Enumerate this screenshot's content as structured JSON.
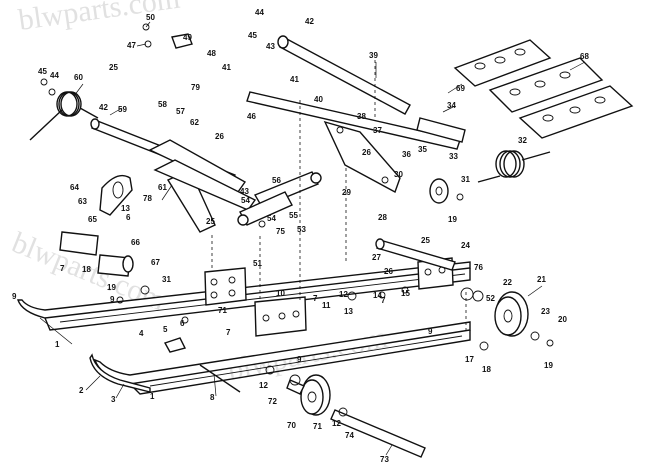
{
  "watermark": "blwparts.com",
  "callouts": [
    {
      "id": "c50",
      "text": "50"
    },
    {
      "id": "c47",
      "text": "47"
    },
    {
      "id": "c49",
      "text": "49"
    },
    {
      "id": "c48",
      "text": "48"
    },
    {
      "id": "c79",
      "text": "79"
    },
    {
      "id": "c41a",
      "text": "41"
    },
    {
      "id": "c45a",
      "text": "45"
    },
    {
      "id": "c44a",
      "text": "44"
    },
    {
      "id": "c60",
      "text": "60"
    },
    {
      "id": "c25a",
      "text": "25"
    },
    {
      "id": "c42a",
      "text": "42"
    },
    {
      "id": "c59",
      "text": "59"
    },
    {
      "id": "c58",
      "text": "58"
    },
    {
      "id": "c57",
      "text": "57"
    },
    {
      "id": "c62",
      "text": "62"
    },
    {
      "id": "c26a",
      "text": "26"
    },
    {
      "id": "c61",
      "text": "61"
    },
    {
      "id": "c64",
      "text": "64"
    },
    {
      "id": "c63",
      "text": "63"
    },
    {
      "id": "c78",
      "text": "78"
    },
    {
      "id": "c65",
      "text": "65"
    },
    {
      "id": "c13a",
      "text": "13"
    },
    {
      "id": "c6a",
      "text": "6"
    },
    {
      "id": "c66",
      "text": "66"
    },
    {
      "id": "c7a",
      "text": "7"
    },
    {
      "id": "c18",
      "text": "18"
    },
    {
      "id": "c67",
      "text": "67"
    },
    {
      "id": "c9a",
      "text": "9"
    },
    {
      "id": "c31a",
      "text": "31"
    },
    {
      "id": "c19a",
      "text": "19"
    },
    {
      "id": "c9b",
      "text": "9"
    },
    {
      "id": "c43a",
      "text": "43"
    },
    {
      "id": "c56",
      "text": "56"
    },
    {
      "id": "c25b",
      "text": "25"
    },
    {
      "id": "c54a",
      "text": "54"
    },
    {
      "id": "c54b",
      "text": "54"
    },
    {
      "id": "c55",
      "text": "55"
    },
    {
      "id": "c75",
      "text": "75"
    },
    {
      "id": "c53",
      "text": "53"
    },
    {
      "id": "c51",
      "text": "51"
    },
    {
      "id": "c10",
      "text": "10"
    },
    {
      "id": "c71",
      "text": "71"
    },
    {
      "id": "c45b",
      "text": "45"
    },
    {
      "id": "c44b",
      "text": "44"
    },
    {
      "id": "c43b",
      "text": "43"
    },
    {
      "id": "c42b",
      "text": "42"
    },
    {
      "id": "c39",
      "text": "39"
    },
    {
      "id": "c41b",
      "text": "41"
    },
    {
      "id": "c46",
      "text": "46"
    },
    {
      "id": "c40",
      "text": "40"
    },
    {
      "id": "c38",
      "text": "38"
    },
    {
      "id": "c34",
      "text": "34"
    },
    {
      "id": "c37",
      "text": "37"
    },
    {
      "id": "c26b",
      "text": "26"
    },
    {
      "id": "c36",
      "text": "36"
    },
    {
      "id": "c35",
      "text": "35"
    },
    {
      "id": "c30",
      "text": "30"
    },
    {
      "id": "c29",
      "text": "29"
    },
    {
      "id": "c28",
      "text": "28"
    },
    {
      "id": "c33",
      "text": "33"
    },
    {
      "id": "c31b",
      "text": "31"
    },
    {
      "id": "c19b",
      "text": "19"
    },
    {
      "id": "c32",
      "text": "32"
    },
    {
      "id": "c68",
      "text": "68"
    },
    {
      "id": "c69",
      "text": "69"
    },
    {
      "id": "c25c",
      "text": "25"
    },
    {
      "id": "c24",
      "text": "24"
    },
    {
      "id": "c27",
      "text": "27"
    },
    {
      "id": "c26c",
      "text": "26"
    },
    {
      "id": "c76",
      "text": "76"
    },
    {
      "id": "c22",
      "text": "22"
    },
    {
      "id": "c21",
      "text": "21"
    },
    {
      "id": "c52",
      "text": "52"
    },
    {
      "id": "c23",
      "text": "23"
    },
    {
      "id": "c20",
      "text": "20"
    },
    {
      "id": "c15",
      "text": "15"
    },
    {
      "id": "c14",
      "text": "14"
    },
    {
      "id": "c7b",
      "text": "7"
    },
    {
      "id": "c12a",
      "text": "12"
    },
    {
      "id": "c11",
      "text": "11"
    },
    {
      "id": "c7c",
      "text": "7"
    },
    {
      "id": "c13b",
      "text": "13"
    },
    {
      "id": "c9c",
      "text": "9"
    },
    {
      "id": "c17",
      "text": "17"
    },
    {
      "id": "c18b",
      "text": "18"
    },
    {
      "id": "c19c",
      "text": "19"
    },
    {
      "id": "c1a",
      "text": "1"
    },
    {
      "id": "c2",
      "text": "2"
    },
    {
      "id": "c3",
      "text": "3"
    },
    {
      "id": "c4",
      "text": "4"
    },
    {
      "id": "c5",
      "text": "5"
    },
    {
      "id": "c6b",
      "text": "6"
    },
    {
      "id": "c7d",
      "text": "7"
    },
    {
      "id": "c1b",
      "text": "1"
    },
    {
      "id": "c8",
      "text": "8"
    },
    {
      "id": "c9d",
      "text": "9"
    },
    {
      "id": "c12b",
      "text": "12"
    },
    {
      "id": "c72",
      "text": "72"
    },
    {
      "id": "c70",
      "text": "70"
    },
    {
      "id": "c71b",
      "text": "71"
    },
    {
      "id": "c12c",
      "text": "12"
    },
    {
      "id": "c74",
      "text": "74"
    },
    {
      "id": "c73",
      "text": "73"
    }
  ]
}
